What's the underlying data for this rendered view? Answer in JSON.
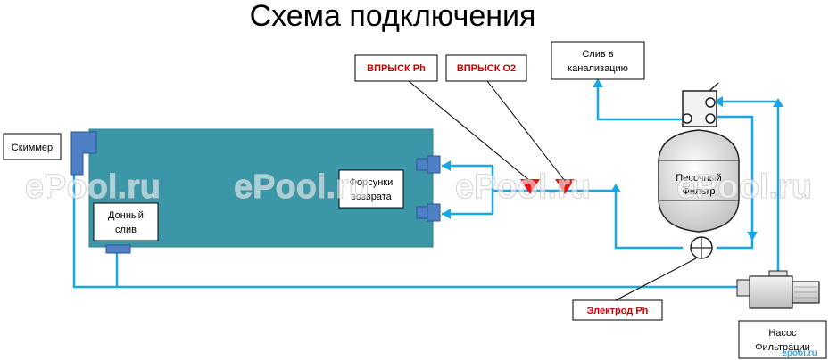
{
  "title": "Схема подключения",
  "labels": {
    "skimmer": "Скиммер",
    "bottom_drain_1": "Донный",
    "bottom_drain_2": "слив",
    "return_nozzles_1": "Форсунки",
    "return_nozzles_2": "возврата",
    "injection_ph": "ВПРЫСК Ph",
    "injection_o2": "ВПРЫСК О2",
    "sewer_drain_1": "Слив в",
    "sewer_drain_2": "канализацию",
    "sand_filter_1": "Песочный",
    "sand_filter_2": "Фильтр",
    "electrode_ph": "Электрод Ph",
    "pump_1": "Насос",
    "pump_2": "Фильтрации"
  },
  "watermarks": [
    "ePool.ru",
    "ePool.ru",
    "ePool.ru",
    "ePool.ru"
  ],
  "corner_logo": "epool.ru",
  "colors": {
    "pool_fill": "#3b97a8",
    "pipe": "#17a6e6",
    "injection_marker": "#ee1111",
    "injection_text": "#cc0000",
    "fitting": "#4d80c4",
    "pump_body": "#dddddd",
    "filter_body": "#f3f3f3",
    "watermark": "#d0d0d0"
  }
}
